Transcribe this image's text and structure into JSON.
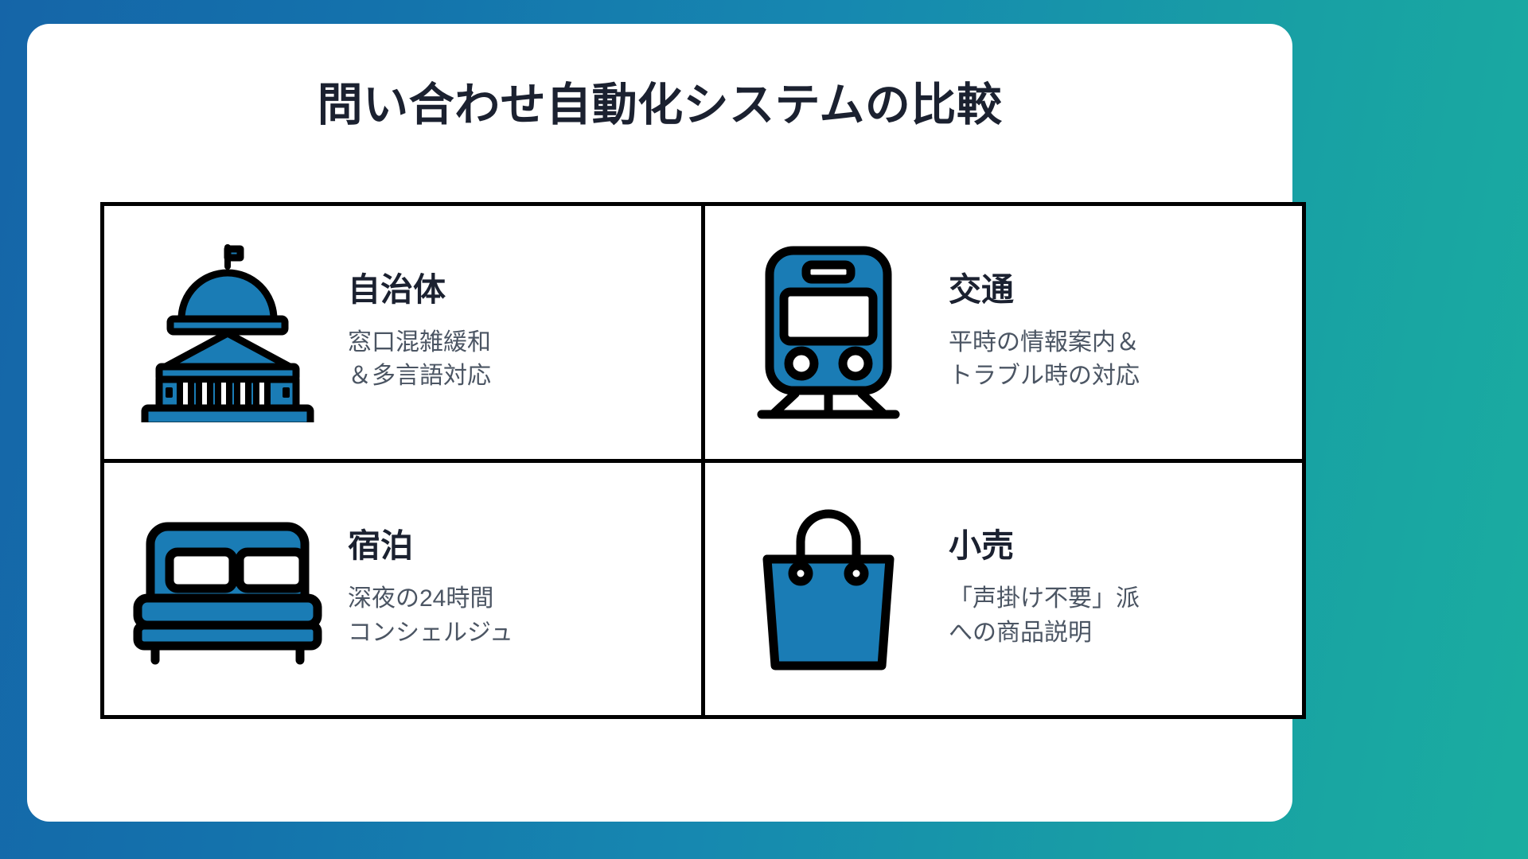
{
  "theme": {
    "background_gradient_from": "#1565a8",
    "background_gradient_to": "#1aada0",
    "panel_background": "#ffffff",
    "title_color": "#1b2130",
    "heading_color": "#1b2130",
    "description_color": "#4b5563",
    "icon_accent": "#1a7cb5",
    "icon_outline": "#000000",
    "grid_border": "#000000"
  },
  "header": {
    "title": "問い合わせ自動化システムの比較"
  },
  "grid": {
    "columns": 2,
    "rows": 2,
    "cells": [
      {
        "icon": "government-building-icon",
        "heading": "自治体",
        "description_lines": [
          "窓口混雑緩和",
          "＆多言語対応"
        ]
      },
      {
        "icon": "train-icon",
        "heading": "交通",
        "description_lines": [
          "平時の情報案内＆",
          "トラブル時の対応"
        ]
      },
      {
        "icon": "bed-icon",
        "heading": "宿泊",
        "description_lines": [
          "深夜の24時間",
          "コンシェルジュ"
        ]
      },
      {
        "icon": "shopping-bag-icon",
        "heading": "小売",
        "description_lines": [
          "「声掛け不要」派",
          "への商品説明"
        ]
      }
    ]
  }
}
